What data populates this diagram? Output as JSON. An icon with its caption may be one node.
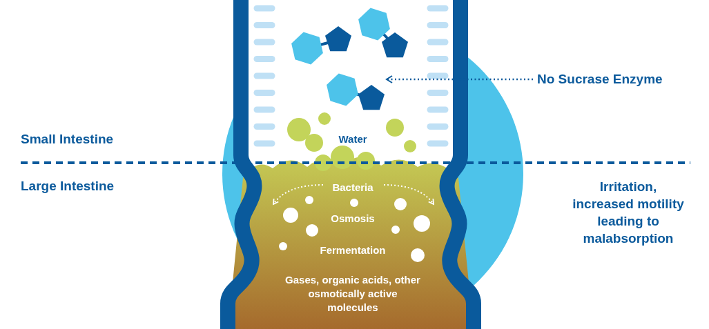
{
  "diagram": {
    "nodes": [
      {
        "text": [
          "No Sucrase Enzyme"
        ]
      },
      {
        "text": [],
        "shape": "picture"
      },
      {
        "text": [],
        "shape": "picture"
      },
      {
        "text": [],
        "shape": "picture"
      }
    ],
    "edges": [
      {
        "from": 0,
        "to": 3,
        "arrow": "to",
        "style": "dashed"
      }
    ],
    "labels": [
      "Small Intestine",
      "Water",
      "Large Intestine",
      "Bacteria",
      "Irritation, increased motility leading to malabsorption",
      "Osmosis",
      "Fermentation",
      "Gases, organic acids, other osmotically active molecules"
    ]
  }
}
